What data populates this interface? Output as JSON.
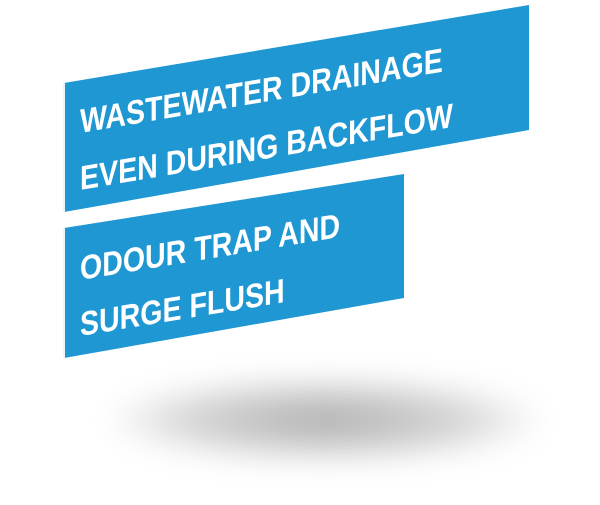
{
  "banners": [
    {
      "lines": [
        "WASTEWATER DRAINAGE",
        "EVEN DURING BACKFLOW"
      ]
    },
    {
      "lines": [
        "ODOUR TRAP AND",
        "SURGE FLUSH"
      ]
    }
  ],
  "colors": {
    "banner_fill": "#1f97d3",
    "text": "#ffffff",
    "background": "#ffffff"
  }
}
